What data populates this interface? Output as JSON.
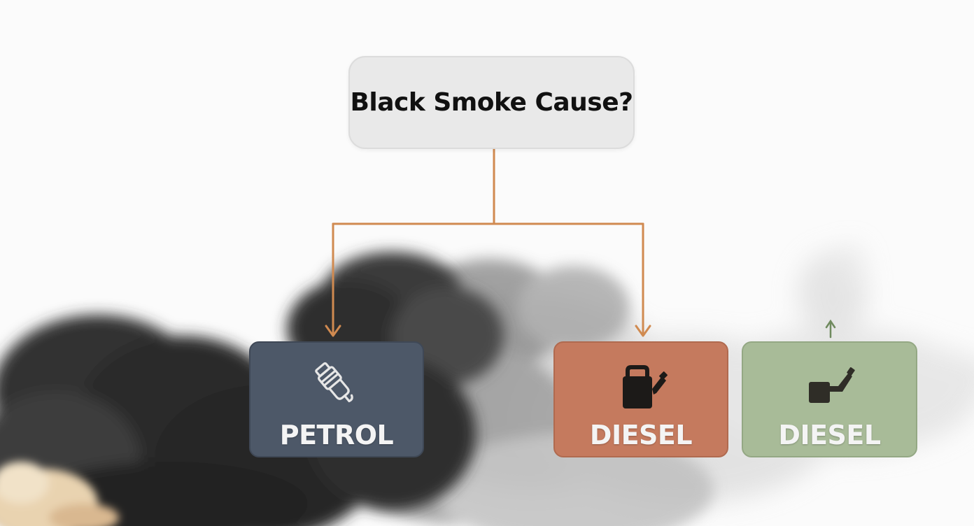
{
  "diagram": {
    "root": {
      "label": "Black Smoke Cause?"
    },
    "branches": [
      {
        "label": "PETROL",
        "icon": "spark-plug-icon",
        "color": "#4d5868"
      },
      {
        "label": "DIESEL",
        "icon": "fuel-can-icon",
        "color": "#c57a5e"
      },
      {
        "label": "DIESEL",
        "icon": "fuel-pump-nozzle-icon",
        "color": "#a8bb98"
      }
    ],
    "connector_color": "#d08a50",
    "background": "smoke-cloud"
  }
}
